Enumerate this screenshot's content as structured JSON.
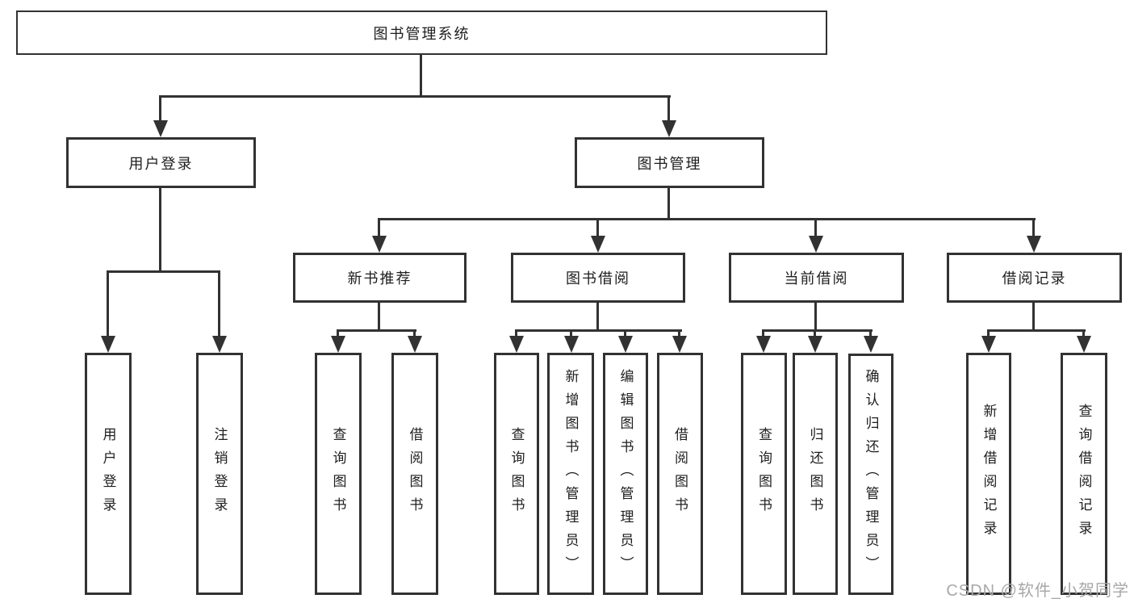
{
  "colors": {
    "line": "#323232",
    "text": "#1e1e1e",
    "background": "#ffffff",
    "watermark": "#a8a8a8"
  },
  "nodes": {
    "root": {
      "label": "图书管理系统"
    },
    "level2": [
      {
        "label": "用户登录"
      },
      {
        "label": "图书管理"
      }
    ],
    "level3": [
      {
        "label": "新书推荐"
      },
      {
        "label": "图书借阅"
      },
      {
        "label": "当前借阅"
      },
      {
        "label": "借阅记录"
      }
    ],
    "leaves": [
      {
        "label": "用户登录"
      },
      {
        "label": "注销登录"
      },
      {
        "label": "查询图书"
      },
      {
        "label": "借阅图书"
      },
      {
        "label": "查询图书"
      },
      {
        "label": "新增图书（管理员）"
      },
      {
        "label": "编辑图书（管理员）"
      },
      {
        "label": "借阅图书"
      },
      {
        "label": "查询图书"
      },
      {
        "label": "归还图书"
      },
      {
        "label": "确认归还（管理员）"
      },
      {
        "label": "新增借阅记录"
      },
      {
        "label": "查询借阅记录"
      }
    ]
  },
  "watermark": {
    "text": "CSDN @软件_小贺同学"
  }
}
